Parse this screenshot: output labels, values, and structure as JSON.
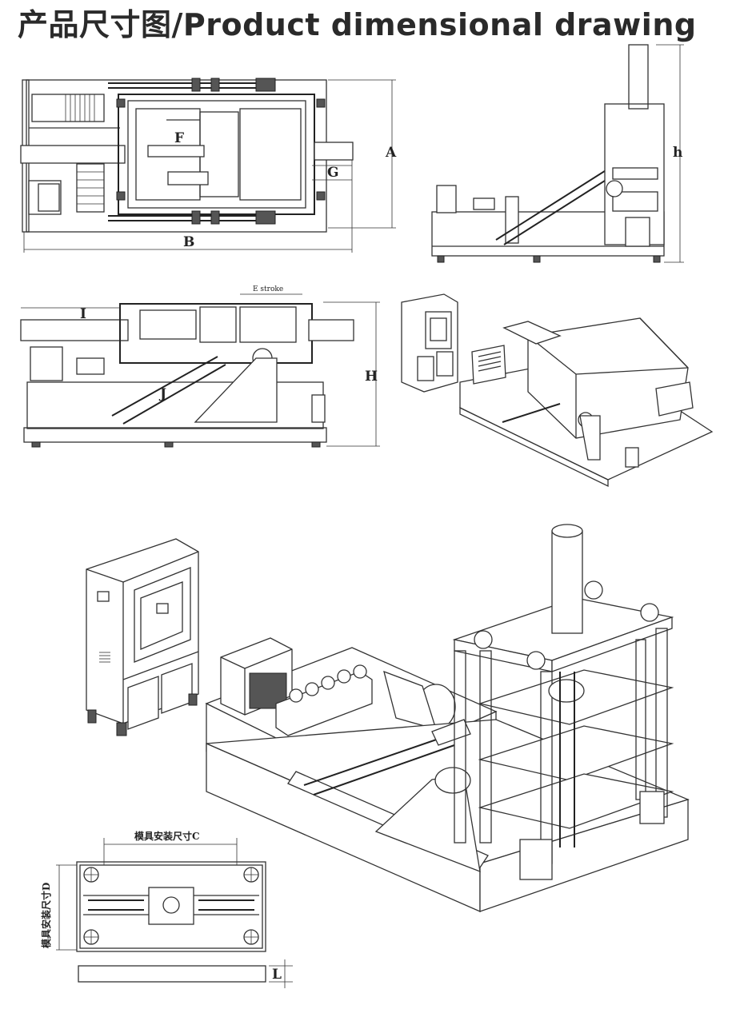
{
  "title": "产品尺寸图/Product dimensional drawing",
  "labels": {
    "A": "A",
    "B": "B",
    "F": "F",
    "G": "G",
    "h": "h",
    "E": "E stroke",
    "I": "I",
    "H": "H",
    "J": "J",
    "C": "模具安装尺寸C",
    "D": "模具安装尺寸D",
    "L": "L"
  },
  "icons": [
    "front-view-drawing",
    "side-view-drawing",
    "elevation-view-drawing",
    "isometric-small-drawing",
    "isometric-large-drawing",
    "mold-plate-drawing"
  ],
  "colors": {
    "line": "#333333",
    "text": "#2a2a2a",
    "background": "#ffffff"
  }
}
